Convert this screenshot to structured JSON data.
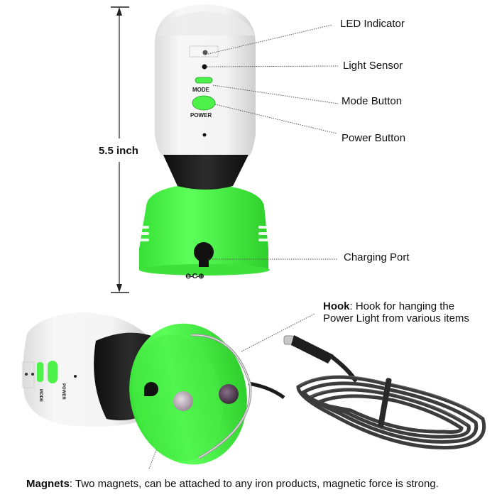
{
  "dimension": {
    "label": "5.5 inch"
  },
  "device_top": {
    "mode_label": "MODE",
    "power_label": "POWER",
    "port_symbol": "⊖-C-⊕"
  },
  "callouts": [
    {
      "id": "led",
      "label": "LED Indicator"
    },
    {
      "id": "sensor",
      "label": "Light Sensor"
    },
    {
      "id": "mode",
      "label": "Mode Button"
    },
    {
      "id": "power",
      "label": "Power Button"
    },
    {
      "id": "port",
      "label": "Charging Port"
    }
  ],
  "hook": {
    "title": "Hook",
    "line1_rest": ": Hook for hanging the",
    "line2": "Power Light from various items"
  },
  "magnets": {
    "title": "Magnets",
    "rest": ": Two magnets, can be attached to any iron products, magnetic force is strong."
  },
  "device_bottom": {
    "mode_label": "MODE",
    "power_label": "POWER"
  },
  "colors": {
    "green": "#4cf24a",
    "green_dark": "#2fcf2c",
    "white_body": "#f2f2f2",
    "black_collar": "#1e1e1e",
    "cable": "#3a3a3a"
  }
}
